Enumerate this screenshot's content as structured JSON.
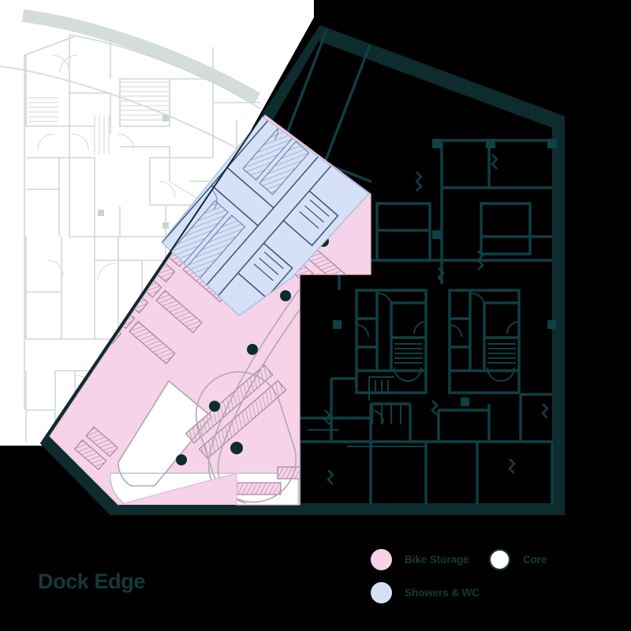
{
  "drawing": {
    "title": "Dock Edge",
    "type": "architectural-floor-plan",
    "description": "Basement level plan showing bike storage, showers and WC, and cores"
  },
  "legend": {
    "columns": [
      {
        "name": "legend-column-left",
        "items": [
          {
            "key": "bike_storage",
            "label": "Bike Storage",
            "swatch": "sw-pink",
            "color": "#f6d3e8"
          },
          {
            "key": "showers_wc",
            "label": "Showers & WC",
            "swatch": "sw-blue",
            "color": "#d6e1f8"
          }
        ]
      },
      {
        "name": "legend-column-right",
        "items": [
          {
            "key": "core",
            "label": "Core",
            "swatch": "sw-core",
            "color": "#ffffff"
          }
        ]
      }
    ]
  },
  "palette": {
    "background": "#000000",
    "wall_dark_teal": "#0e2b2e",
    "ink_teal": "#14393c",
    "bike_pink": "#f6d3e8",
    "showers_blue": "#d6e1f8",
    "core_white": "#ffffff",
    "context_plan_white": "#ffffff",
    "context_line_gray": "#ccd6d4",
    "hatch_line": "#9a7f93",
    "column_dot": "#0e2b2e"
  },
  "zones": [
    {
      "name": "bike-storage-zone",
      "legend_key": "bike_storage",
      "fill": "#f6d3e8"
    },
    {
      "name": "showers-wc-zone",
      "legend_key": "showers_wc",
      "fill": "#d6e1f8"
    },
    {
      "name": "core-zone",
      "legend_key": "core",
      "fill": "#ffffff"
    }
  ],
  "context_plan": {
    "name": "site-context-plan",
    "note": "faded adjacent building plan, upper-left quadrant"
  }
}
